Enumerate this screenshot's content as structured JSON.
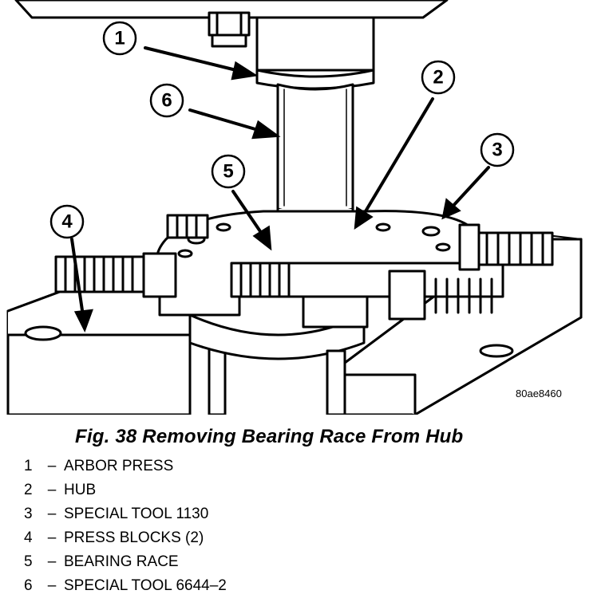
{
  "figure": {
    "caption": "Fig. 38 Removing Bearing Race From Hub",
    "image_code": "80ae8460",
    "callouts": [
      "1",
      "2",
      "3",
      "4",
      "5",
      "6"
    ]
  },
  "legend": [
    {
      "num": "1",
      "dash": "–",
      "label": "ARBOR PRESS"
    },
    {
      "num": "2",
      "dash": "–",
      "label": "HUB"
    },
    {
      "num": "3",
      "dash": "–",
      "label": "SPECIAL TOOL 1130"
    },
    {
      "num": "4",
      "dash": "–",
      "label": "PRESS BLOCKS (2)"
    },
    {
      "num": "5",
      "dash": "–",
      "label": "BEARING RACE"
    },
    {
      "num": "6",
      "dash": "–",
      "label": "SPECIAL TOOL 6644–2"
    }
  ]
}
